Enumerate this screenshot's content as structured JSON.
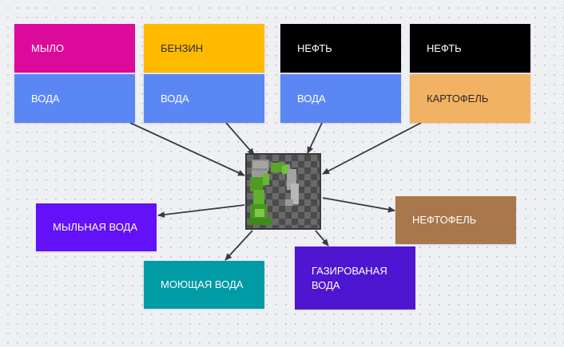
{
  "inputs": {
    "soap": "МЫЛО",
    "gasoline": "БЕНЗИН",
    "oil_1": "НЕФТЬ",
    "oil_2": "НЕФТЬ",
    "water_1": "ВОДА",
    "water_2": "ВОДА",
    "water_3": "ВОДА",
    "potato": "КАРТОФЕЛЬ"
  },
  "outputs": {
    "soap_water": "МЫЛЬНАЯ ВОДА",
    "washing_water": "МОЮЩАЯ ВОДА",
    "sparkling_water": "ГАЗИРОВАНАЯ ВОДА",
    "oil_potato": "НЕФТОФЕЛЬ"
  },
  "hub": {
    "icon": "mixer-icon"
  },
  "colors": {
    "magenta": "#dc0a9b",
    "yellow": "#ffba00",
    "black": "#000000",
    "blue": "#5a87f4",
    "orange": "#f2b263",
    "purple": "#6311f8",
    "teal": "#009ba4",
    "violet": "#4e16d1",
    "brown": "#a8774b",
    "arrow": "#353a45"
  }
}
